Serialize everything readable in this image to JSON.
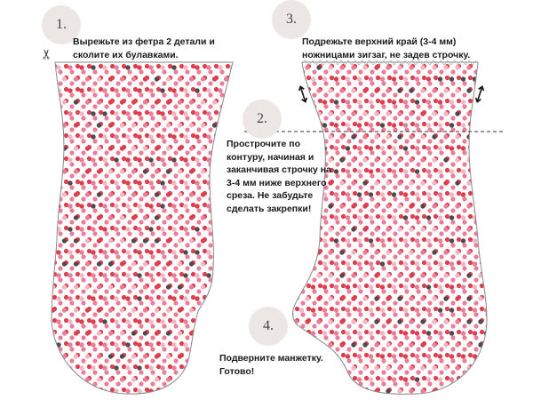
{
  "steps": [
    {
      "number": "1.",
      "text": "Вырежьте из фетра 2 детали и сколите их булавками."
    },
    {
      "number": "2.",
      "text": "Прострочите по контуру, начиная и заканчивая строчку на 3-4 мм ниже верхнего среза. Не забудьте сделать закрепки!"
    },
    {
      "number": "3.",
      "text": "Подрежьте верхний край (3-4 мм) ножницами зигзаг, не задев строчку."
    },
    {
      "number": "4.",
      "text": "Подверните манжетку. Готово!"
    }
  ],
  "icons": {
    "scissors": "scissors-icon",
    "trim_arrow": "double-arrow-icon"
  },
  "colors": {
    "circle_bg": "#ece7e4",
    "dot_light_pink": "#f2b6c4",
    "dot_pink": "#ea7e97",
    "dot_red": "#de3e4e",
    "dot_dark": "#4f4a4e",
    "outline": "#8a8a8a"
  }
}
